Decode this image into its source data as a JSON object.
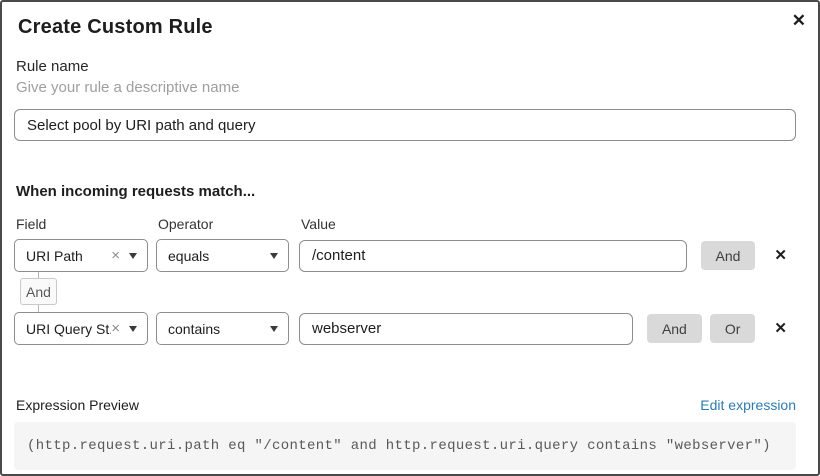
{
  "dialog": {
    "title": "Create Custom Rule"
  },
  "icons": {
    "close": "✕",
    "clear": "×",
    "remove": "✕"
  },
  "rule_name": {
    "label": "Rule name",
    "helper": "Give your rule a descriptive name",
    "value": "Select pool by URI path and query"
  },
  "match": {
    "heading": "When incoming requests match...",
    "columns": {
      "field": "Field",
      "operator": "Operator",
      "value": "Value"
    },
    "connector_label": "And",
    "rows": [
      {
        "field": "URI Path",
        "operator": "equals",
        "value": "/content",
        "and_label": "And"
      },
      {
        "field": "URI Query St...",
        "operator": "contains",
        "value": "webserver",
        "and_label": "And",
        "or_label": "Or"
      }
    ]
  },
  "preview": {
    "label": "Expression Preview",
    "edit_link": "Edit expression",
    "expression": "(http.request.uri.path eq \"/content\" and http.request.uri.query contains \"webserver\")"
  },
  "colors": {
    "link": "#2c7cb0",
    "action_button_bg": "#d9d9d9",
    "code_bg": "#f5f5f5",
    "input_border": "#8d8d8d"
  }
}
